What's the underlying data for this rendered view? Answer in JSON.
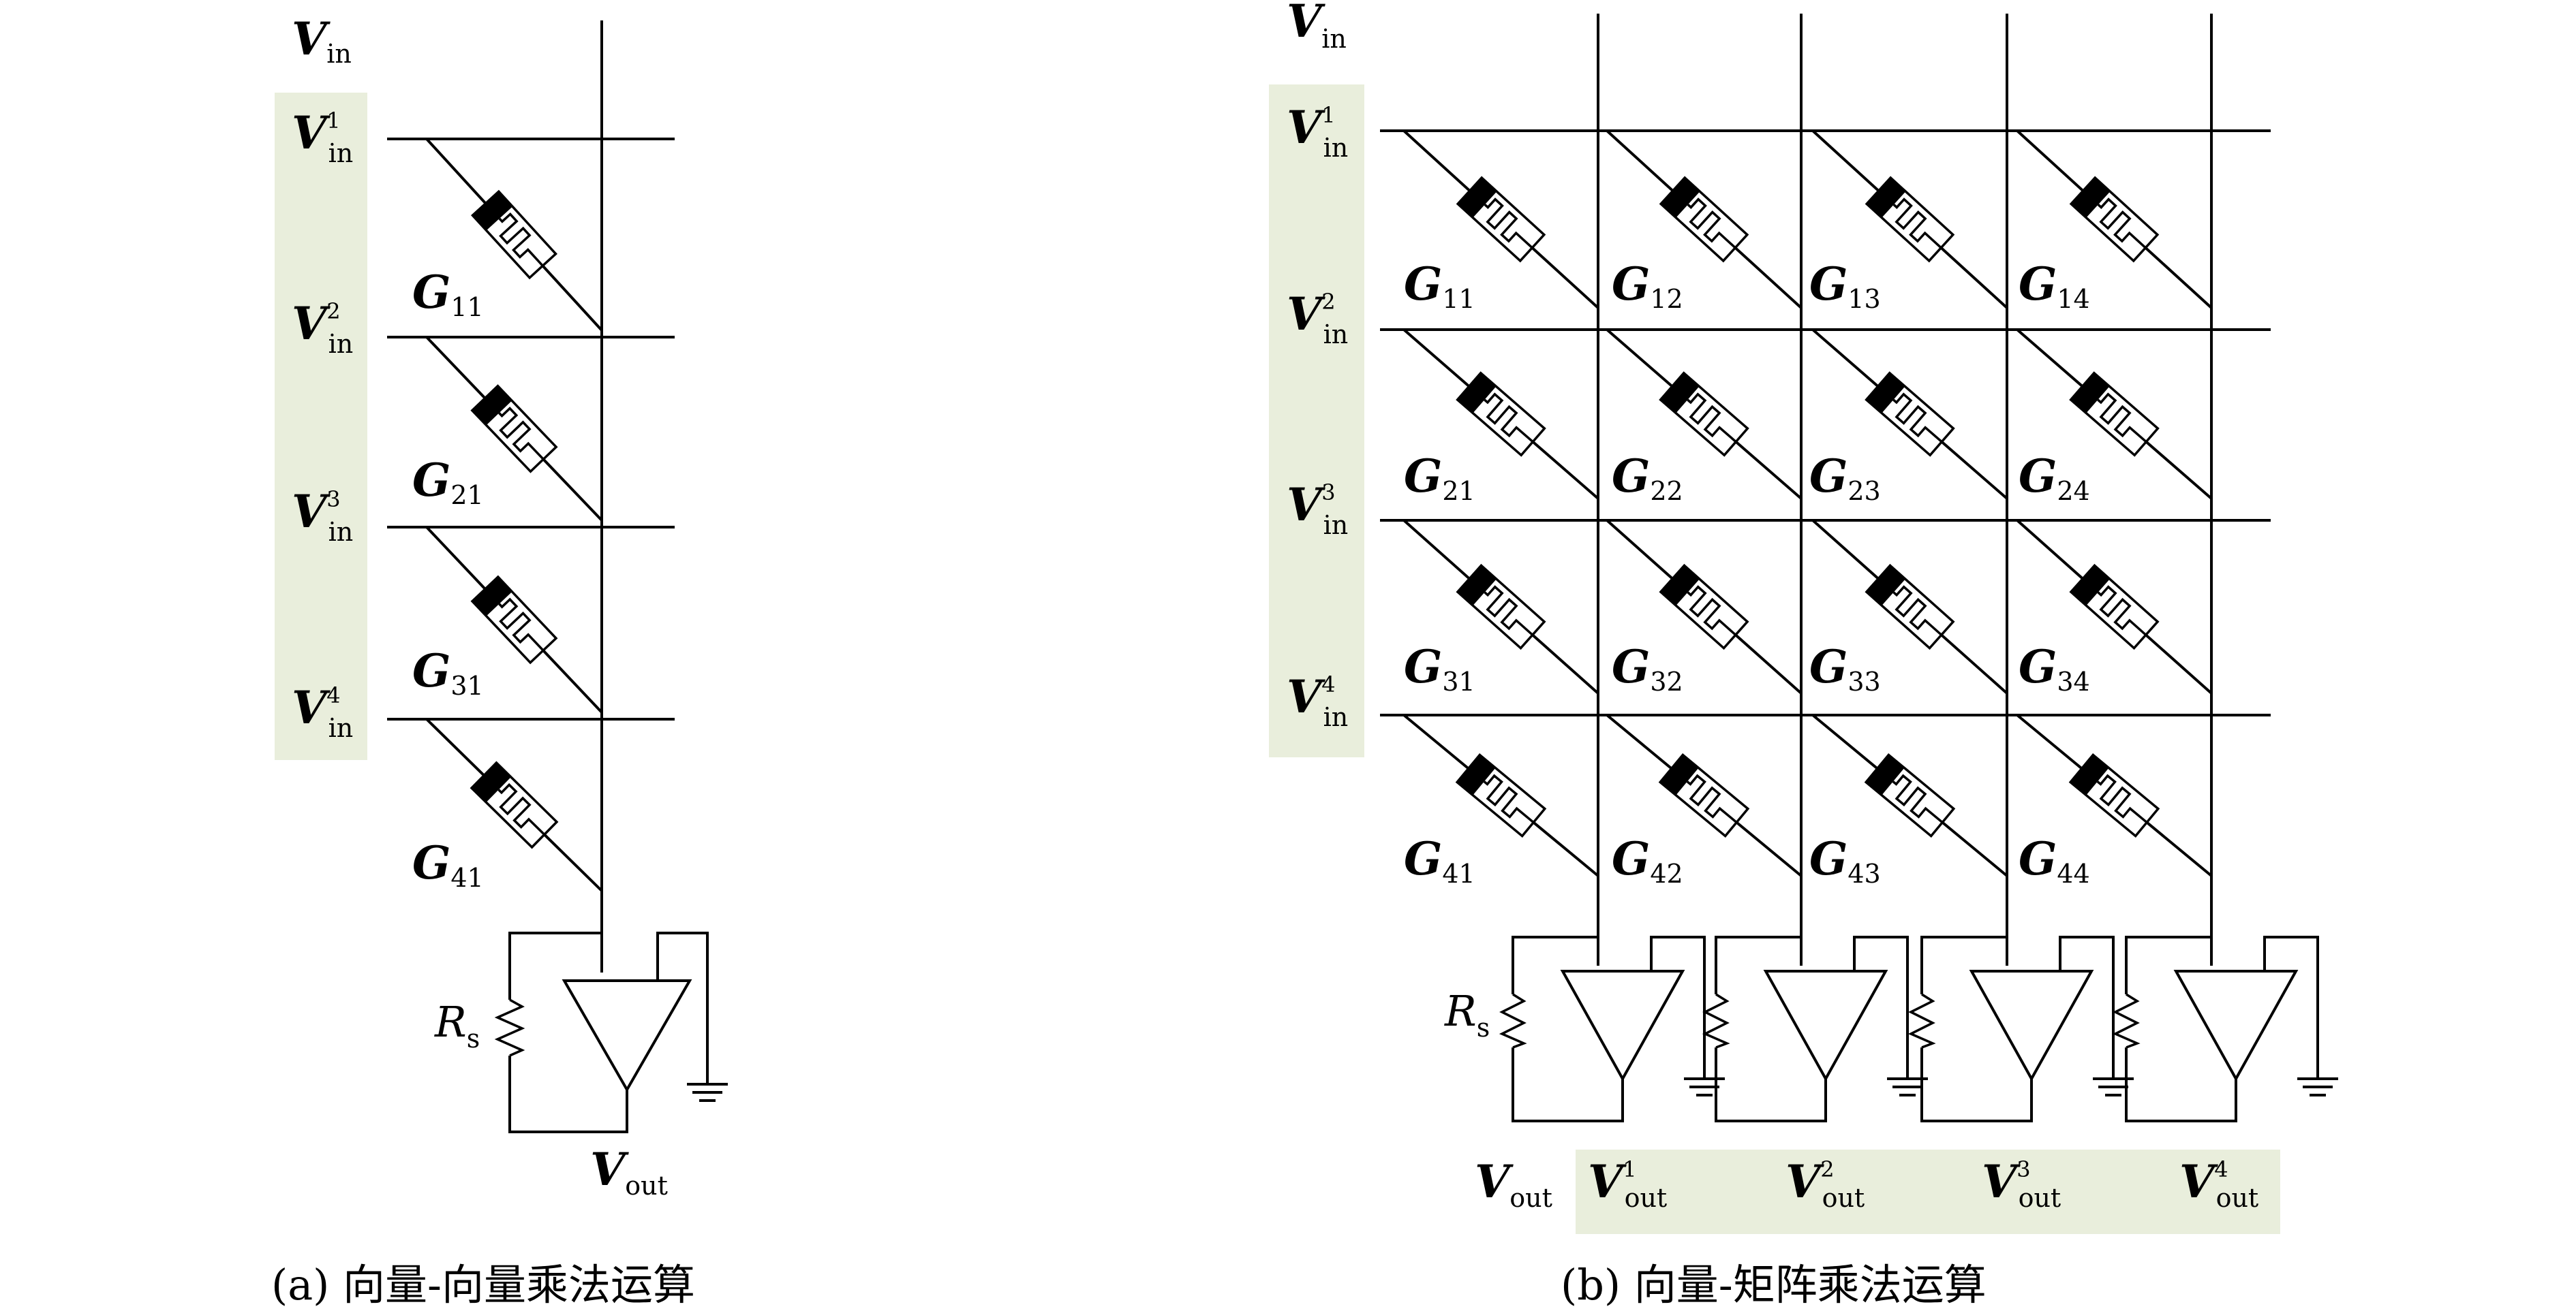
{
  "panel_a": {
    "caption": "(a) 向量-向量乘法运算",
    "vin_label": {
      "main": "V",
      "sub": "in"
    },
    "inputs": [
      {
        "main": "V",
        "sup": "1",
        "sub": "in"
      },
      {
        "main": "V",
        "sup": "2",
        "sub": "in"
      },
      {
        "main": "V",
        "sup": "3",
        "sub": "in"
      },
      {
        "main": "V",
        "sup": "4",
        "sub": "in"
      }
    ],
    "conductances": [
      {
        "main": "G",
        "sub": "11"
      },
      {
        "main": "G",
        "sub": "21"
      },
      {
        "main": "G",
        "sub": "31"
      },
      {
        "main": "G",
        "sub": "41"
      }
    ],
    "rs_label": {
      "main": "R",
      "sub": "s"
    },
    "vout_label": {
      "main": "V",
      "sub": "out"
    }
  },
  "panel_b": {
    "caption": "(b) 向量-矩阵乘法运算",
    "vin_label": {
      "main": "V",
      "sub": "in"
    },
    "inputs": [
      {
        "main": "V",
        "sup": "1",
        "sub": "in"
      },
      {
        "main": "V",
        "sup": "2",
        "sub": "in"
      },
      {
        "main": "V",
        "sup": "3",
        "sub": "in"
      },
      {
        "main": "V",
        "sup": "4",
        "sub": "in"
      }
    ],
    "conductances": [
      [
        {
          "main": "G",
          "sub": "11"
        },
        {
          "main": "G",
          "sub": "12"
        },
        {
          "main": "G",
          "sub": "13"
        },
        {
          "main": "G",
          "sub": "14"
        }
      ],
      [
        {
          "main": "G",
          "sub": "21"
        },
        {
          "main": "G",
          "sub": "22"
        },
        {
          "main": "G",
          "sub": "23"
        },
        {
          "main": "G",
          "sub": "24"
        }
      ],
      [
        {
          "main": "G",
          "sub": "31"
        },
        {
          "main": "G",
          "sub": "32"
        },
        {
          "main": "G",
          "sub": "33"
        },
        {
          "main": "G",
          "sub": "34"
        }
      ],
      [
        {
          "main": "G",
          "sub": "41"
        },
        {
          "main": "G",
          "sub": "42"
        },
        {
          "main": "G",
          "sub": "43"
        },
        {
          "main": "G",
          "sub": "44"
        }
      ]
    ],
    "rs_label": {
      "main": "R",
      "sub": "s"
    },
    "vout_label": {
      "main": "V",
      "sub": "out"
    },
    "outputs": [
      {
        "main": "V",
        "sup": "1",
        "sub": "out"
      },
      {
        "main": "V",
        "sup": "2",
        "sub": "out"
      },
      {
        "main": "V",
        "sup": "3",
        "sub": "out"
      },
      {
        "main": "V",
        "sup": "4",
        "sub": "out"
      }
    ]
  },
  "colors": {
    "highlight": "#e9eedc",
    "wire": "#000000",
    "background": "#ffffff"
  }
}
